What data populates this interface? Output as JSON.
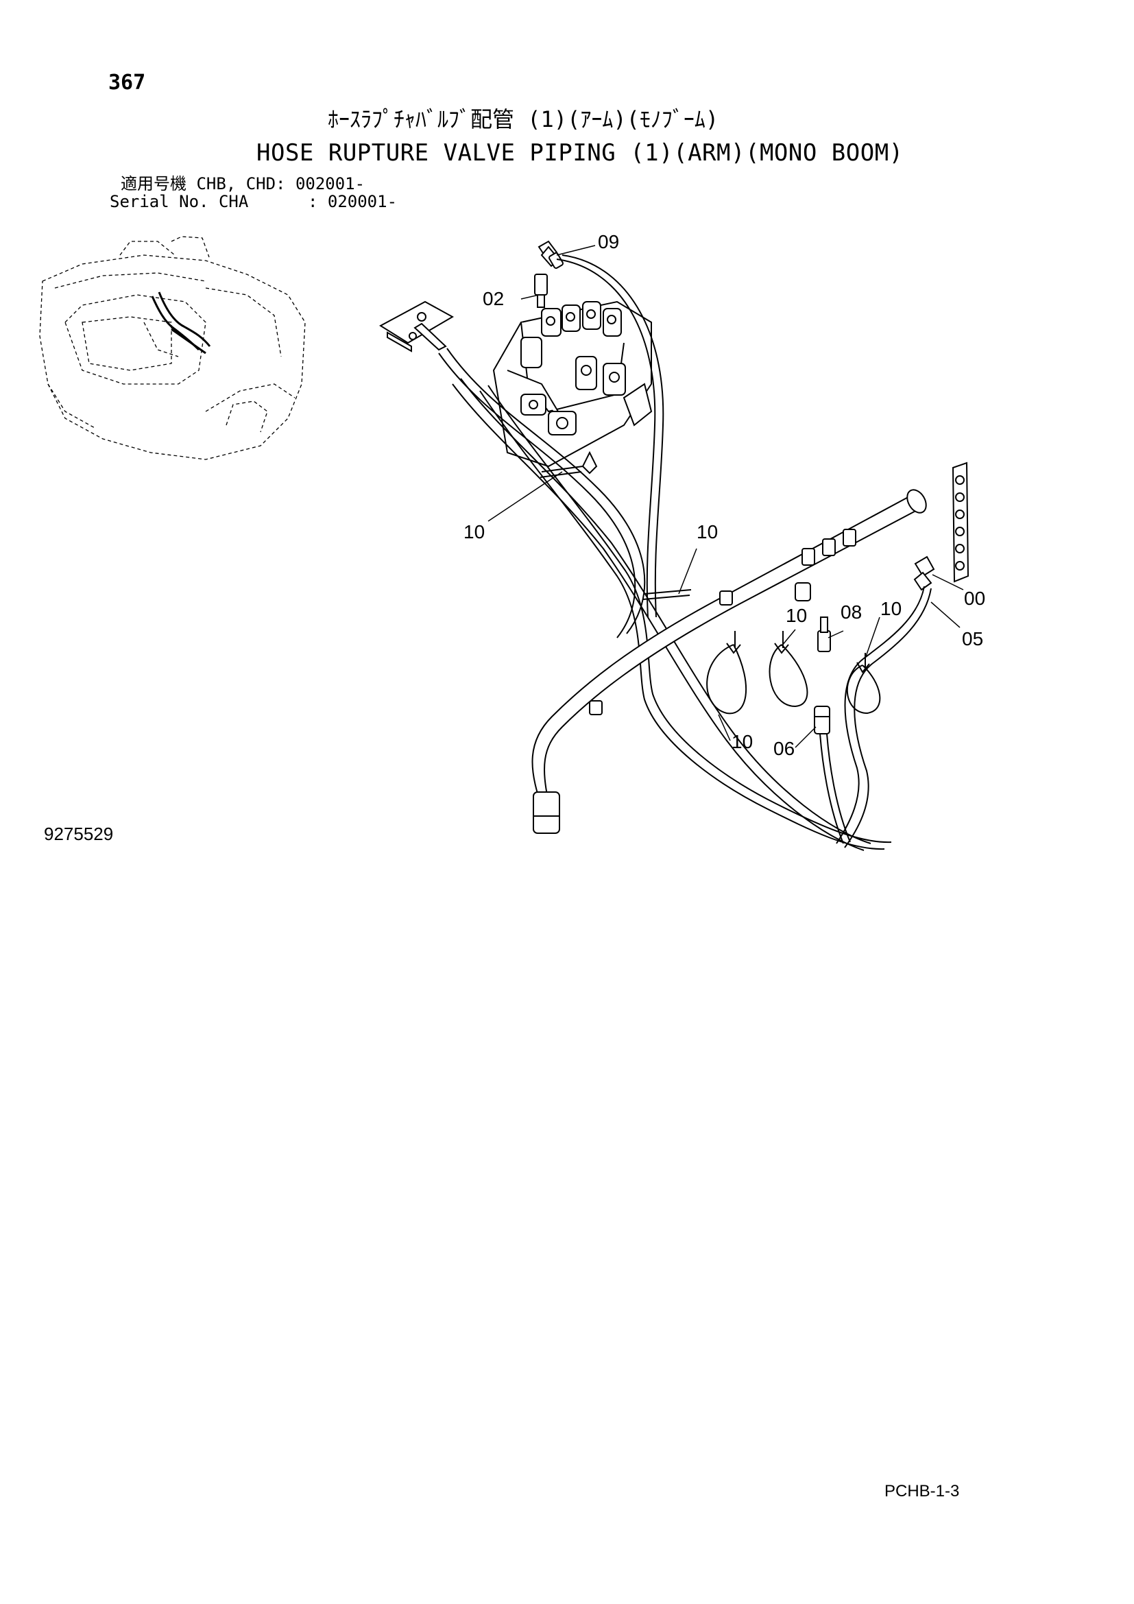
{
  "page_number": "367",
  "title_jp": "ﾎｰｽﾗﾌﾟﾁｬﾊﾞﾙﾌﾞ配管 (1)(ｱｰﾑ)(ﾓﾉﾌﾞｰﾑ)",
  "title_en": "HOSE RUPTURE VALVE PIPING (1)(ARM)(MONO BOOM)",
  "serial": {
    "line1": "適用号機 CHB, CHD: 002001-",
    "line2": "Serial No. CHA      : 020001-"
  },
  "doc_code": "9275529",
  "page_code": "PCHB-1-3",
  "callouts": {
    "c09": "09",
    "c02": "02",
    "c10_left": "10",
    "c10_mid": "10",
    "c10_a": "10",
    "c08": "08",
    "c10_b": "10",
    "c00": "00",
    "c05": "05",
    "c10_bottom": "10",
    "c06": "06"
  }
}
